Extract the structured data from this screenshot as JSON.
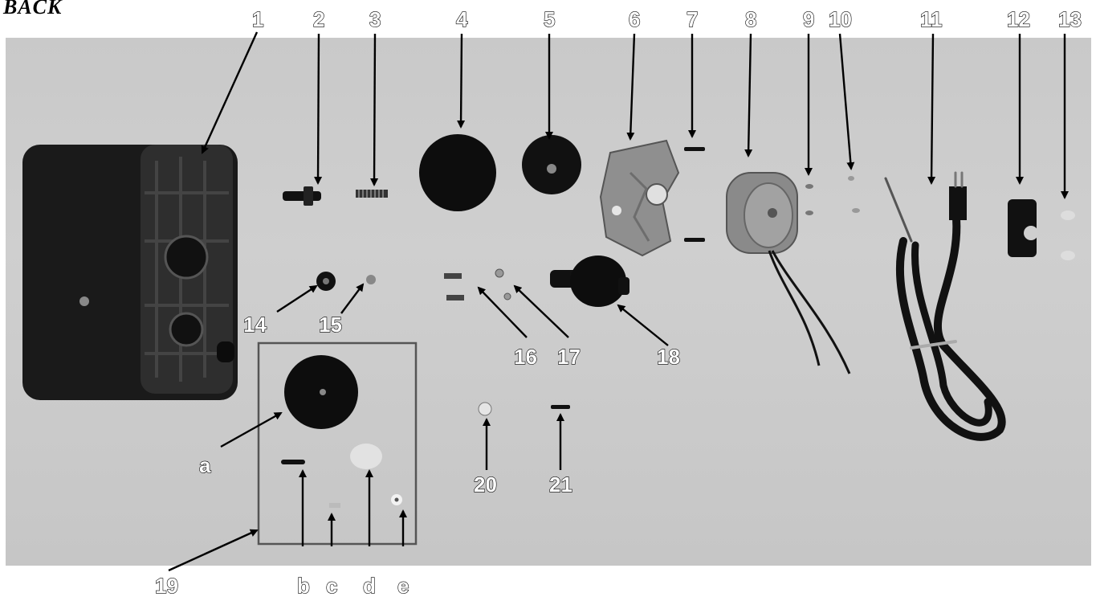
{
  "heading": "BACK",
  "callouts": {
    "n1": "1",
    "n2": "2",
    "n3": "3",
    "n4": "4",
    "n5": "5",
    "n6": "6",
    "n7": "7",
    "n8": "8",
    "n9": "9",
    "n10": "10",
    "n11": "11",
    "n12": "12",
    "n13": "13",
    "n14": "14",
    "n15": "15",
    "n16": "16",
    "n17": "17",
    "n18": "18",
    "n19": "19",
    "n20": "20",
    "n21": "21",
    "a": "a",
    "b": "b",
    "c": "c",
    "d": "d",
    "e": "e"
  }
}
